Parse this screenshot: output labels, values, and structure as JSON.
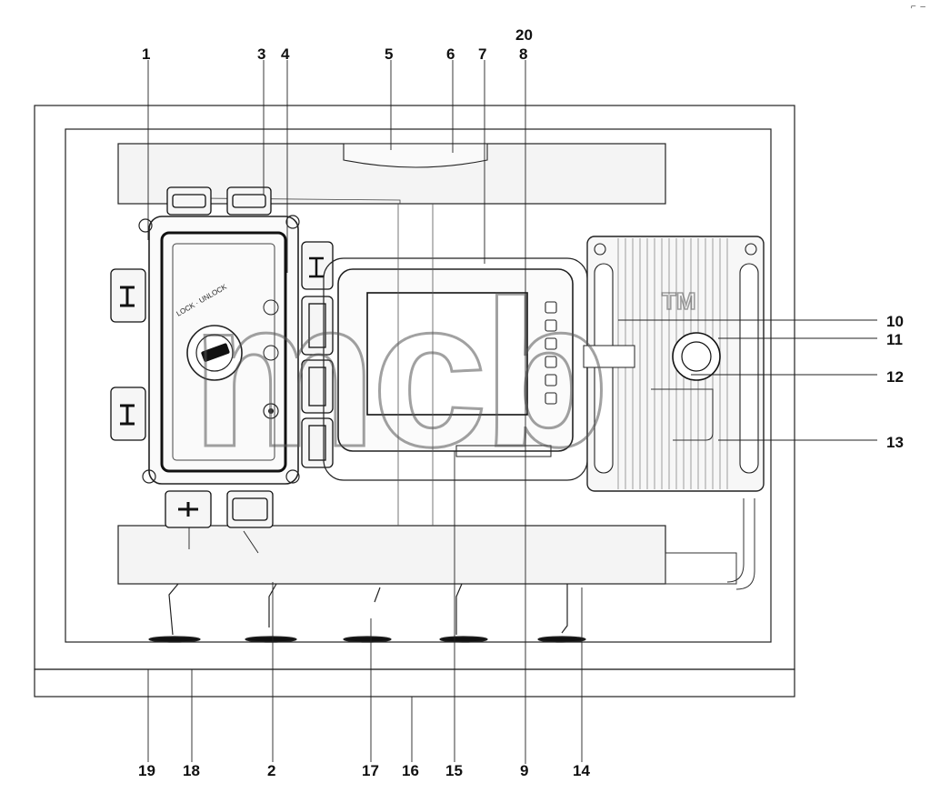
{
  "diagram": {
    "callouts": [
      {
        "id": "c1",
        "label": "1"
      },
      {
        "id": "c3",
        "label": "3"
      },
      {
        "id": "c4",
        "label": "4"
      },
      {
        "id": "c5",
        "label": "5"
      },
      {
        "id": "c6",
        "label": "6"
      },
      {
        "id": "c7",
        "label": "7"
      },
      {
        "id": "c20",
        "label": "20"
      },
      {
        "id": "c8",
        "label": "8"
      },
      {
        "id": "c10",
        "label": "10"
      },
      {
        "id": "c11",
        "label": "11"
      },
      {
        "id": "c12",
        "label": "12"
      },
      {
        "id": "c13",
        "label": "13"
      },
      {
        "id": "c19",
        "label": "19"
      },
      {
        "id": "c18",
        "label": "18"
      },
      {
        "id": "c2",
        "label": "2"
      },
      {
        "id": "c17",
        "label": "17"
      },
      {
        "id": "c16",
        "label": "16"
      },
      {
        "id": "c15",
        "label": "15"
      },
      {
        "id": "c9",
        "label": "9"
      },
      {
        "id": "c14",
        "label": "14"
      }
    ],
    "watermark": "mcb",
    "watermark_mark": "TM",
    "switch_text": "LOCK · UNLOCK",
    "line_color": "#222222",
    "bar_fill": "#f3f3f3"
  }
}
